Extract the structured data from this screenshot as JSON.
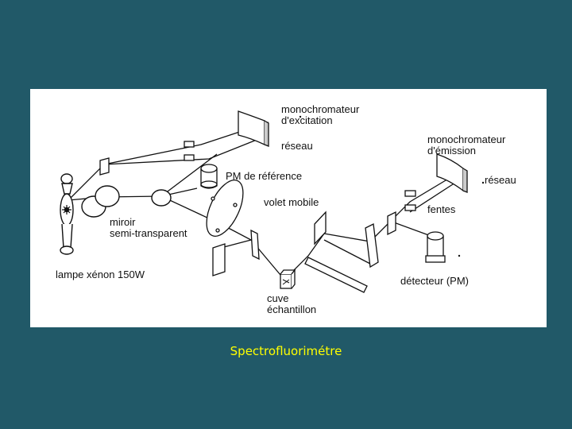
{
  "labels": {
    "mono_excitation": "monochromateur\nd'excitation",
    "reseau_1": "réseau",
    "mono_emission": "monochromateur\nd'émission",
    "reseau_2": "réseau",
    "pm_reference": "PM de référence",
    "volet_mobile": "volet mobile",
    "fentes": "fentes",
    "miroir": "miroir\nsemi-transparent",
    "lampe": "lampe xénon 150W",
    "detecteur": "détecteur (PM)",
    "cuve": "cuve\néchantillon"
  },
  "caption": "Spectrofluorimétre",
  "colors": {
    "background": "#215968",
    "figure_bg": "#ffffff",
    "caption": "#ffff00",
    "ink": "#111111"
  }
}
